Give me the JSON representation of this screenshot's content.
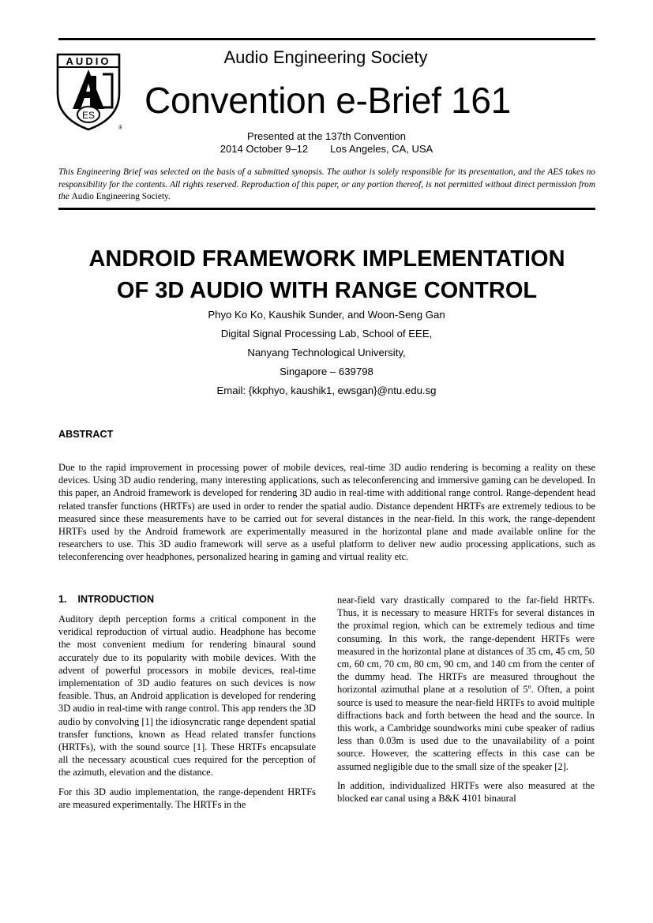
{
  "header": {
    "logo_top_text": "AUDIO",
    "logo_bottom_text": "ES",
    "logo_mark": "®",
    "society": "Audio Engineering Society",
    "convention": "Convention e-Brief 161",
    "presented": "Presented at the 137th Convention",
    "date": "2014 October 9–12",
    "location": "Los Angeles, CA, USA",
    "disclaimer_italic": "This Engineering Brief was selected on the basis of a submitted synopsis. The author is solely responsible for its presentation, and the AES takes no responsibility for the contents. All rights reserved. Reproduction of this paper, or any portion thereof, is not permitted without direct permission from the",
    "disclaimer_end": "Audio Engineering Society."
  },
  "title": {
    "line1": "ANDROID FRAMEWORK IMPLEMENTATION",
    "line2": "OF 3D AUDIO WITH RANGE CONTROL"
  },
  "authors": {
    "names": "Phyo Ko Ko, Kaushik Sunder, and Woon-Seng Gan",
    "lab": "Digital Signal Processing Lab, School of EEE,",
    "university": "Nanyang Technological University,",
    "city": "Singapore – 639798",
    "email": "Email: {kkphyo, kaushik1, ewsgan}@ntu.edu.sg"
  },
  "abstract": {
    "heading": "ABSTRACT",
    "text": "Due to the rapid improvement in processing power of mobile devices, real-time 3D audio rendering is becoming a reality on these devices. Using 3D audio rendering, many interesting applications, such as teleconferencing and immersive gaming can be developed. In this paper, an Android framework is developed for rendering 3D audio in real-time with additional range control. Range-dependent head related transfer functions (HRTFs) are used in order to render the spatial audio. Distance dependent HRTFs are extremely tedious to be measured since these measurements have to be carried out for several distances in the near-field. In this work, the range-dependent HRTFs used by the Android framework are experimentally measured in the horizontal plane and made available online for the researchers to use. This 3D audio framework will serve as a useful platform to deliver new audio processing applications, such as teleconferencing over headphones, personalized hearing in gaming and virtual reality etc."
  },
  "intro": {
    "number": "1.",
    "heading": "INTRODUCTION",
    "p1": "Auditory depth perception forms a critical component in the veridical reproduction of virtual audio. Headphone has become the most convenient medium for rendering binaural sound accurately due to its popularity with mobile devices. With the advent of powerful processors in mobile devices, real-time implementation of 3D audio features on such devices is now feasible. Thus, an Android application is developed for rendering 3D audio in real-time with range control. This app renders the 3D audio by convolving [1] the idiosyncratic range dependent spatial transfer functions, known as Head related transfer functions (HRTFs), with the sound source [1]. These HRTFs encapsulate all the necessary acoustical cues required for the perception of the azimuth, elevation and the distance.",
    "p2": "For this 3D audio implementation, the range-dependent HRTFs are measured experimentally. The HRTFs in the",
    "p3a": "near-field vary drastically compared to the far-field HRTFs. Thus, it is necessary to measure HRTFs for several distances in the proximal region, which can be extremely tedious and time consuming. In this work, the range-dependent HRTFs were measured in the horizontal plane at distances of  35 cm, 45 cm, 50 cm, 60 cm, 70 cm, 80 cm, 90 cm, and 140 cm from the center of the dummy head.  The HRTFs are measured throughout the horizontal azimuthal plane at a resolution of  5",
    "p3_sup": "o",
    "p3b": ". Often, a point source is used to measure the near-field HRTFs to avoid multiple diffractions back and forth between the head and the source. In this work, a Cambridge soundworks mini cube speaker of radius less than 0.03m is used due to the unavailability of a point source. However, the scattering effects in this case can be assumed negligible due to the small size of the speaker [2].",
    "p4": "In addition, individualized HRTFs were also measured at the blocked ear canal using a B&K 4101 binaural"
  }
}
